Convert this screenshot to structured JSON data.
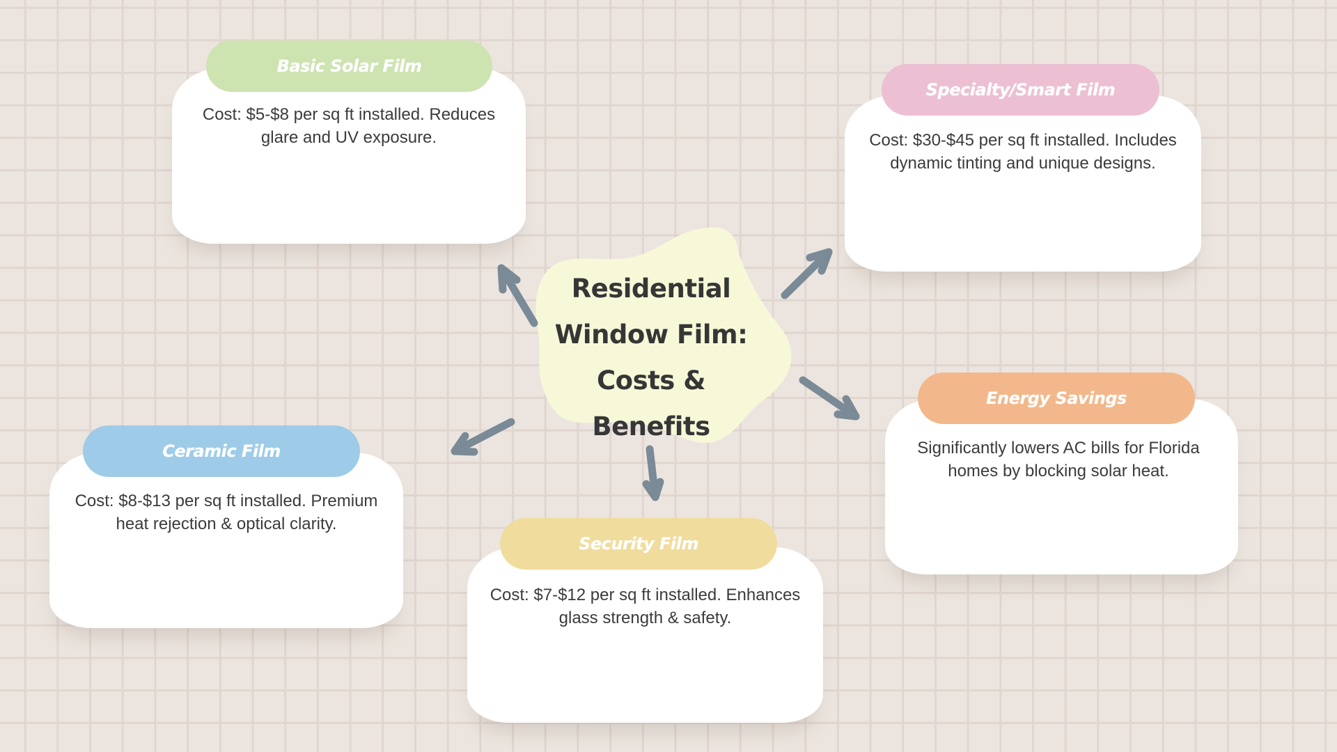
{
  "title": {
    "lines": [
      "Residential",
      "Window Film:",
      "Costs & Benefits"
    ],
    "blob_color": "#f7f8d8"
  },
  "arrow_color": "#7a8a96",
  "nodes": [
    {
      "id": "basic-solar-film",
      "label": "Basic Solar Film",
      "color": "#cde3b0",
      "text": "Cost: $5-$8 per sq ft installed. Reduces glare and UV exposure."
    },
    {
      "id": "specialty-smart-film",
      "label": "Specialty/Smart Film",
      "color": "#ecbfd3",
      "text": "Cost: $30-$45 per sq ft installed. Includes dynamic tinting and unique designs."
    },
    {
      "id": "ceramic-film",
      "label": "Ceramic Film",
      "color": "#9dcbe8",
      "text": "Cost: $8-$13 per sq ft installed. Premium heat rejection & optical clarity."
    },
    {
      "id": "security-film",
      "label": "Security Film",
      "color": "#f0dc9c",
      "text": "Cost: $7-$12 per sq ft installed. Enhances glass strength & safety."
    },
    {
      "id": "energy-savings",
      "label": "Energy Savings",
      "color": "#f2b78a",
      "text": "Significantly lowers AC bills for Florida homes by blocking solar heat."
    }
  ]
}
